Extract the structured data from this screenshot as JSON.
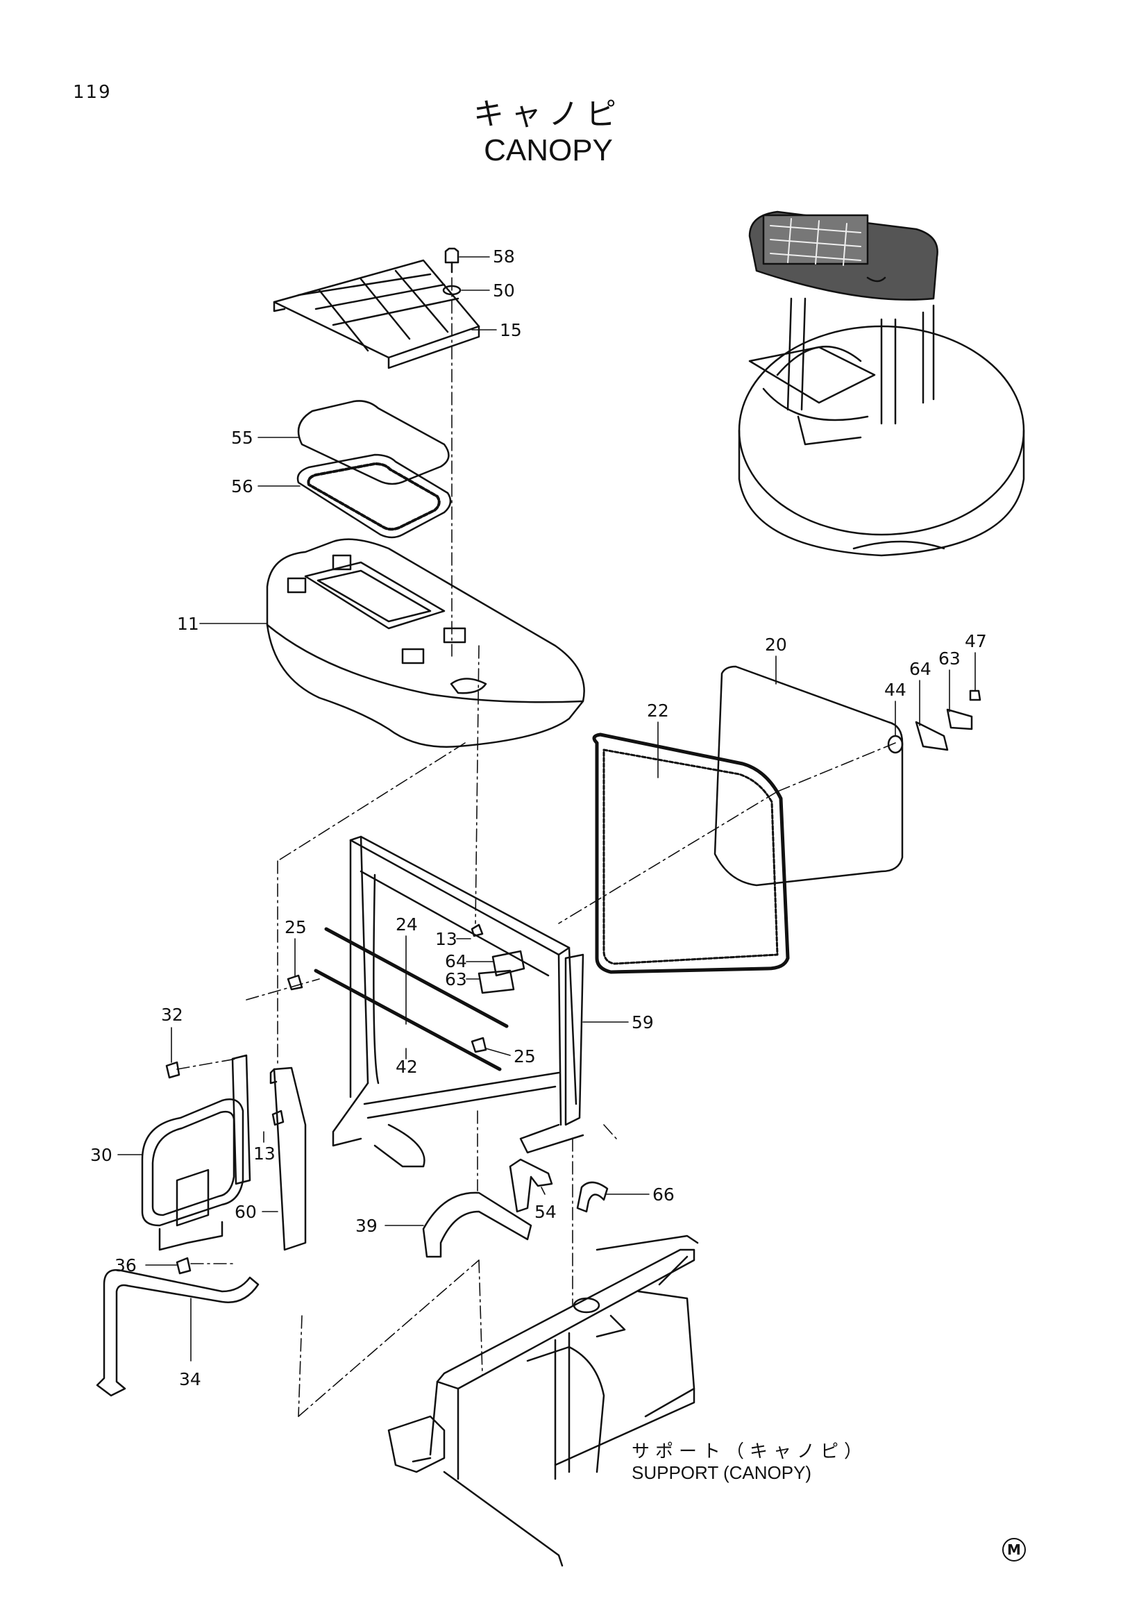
{
  "page_number": "119",
  "title_jp": "キャノピ",
  "title_en": "CANOPY",
  "subassembly": {
    "jp": "サポート（キャノピ）",
    "en": "SUPPORT (CANOPY)"
  },
  "corner_mark": "M",
  "callouts": {
    "c58": "58",
    "c50": "50",
    "c15": "15",
    "c55": "55",
    "c56": "56",
    "c11": "11",
    "c20": "20",
    "c22": "22",
    "c44": "44",
    "c64a": "64",
    "c63a": "63",
    "c47": "47",
    "c25a": "25",
    "c24": "24",
    "c13a": "13",
    "c64b": "64",
    "c63b": "63",
    "c59": "59",
    "c25b": "25",
    "c42": "42",
    "c32": "32",
    "c30": "30",
    "c13b": "13",
    "c60": "60",
    "c39": "39",
    "c54": "54",
    "c66": "66",
    "c36": "36",
    "c34": "34"
  }
}
